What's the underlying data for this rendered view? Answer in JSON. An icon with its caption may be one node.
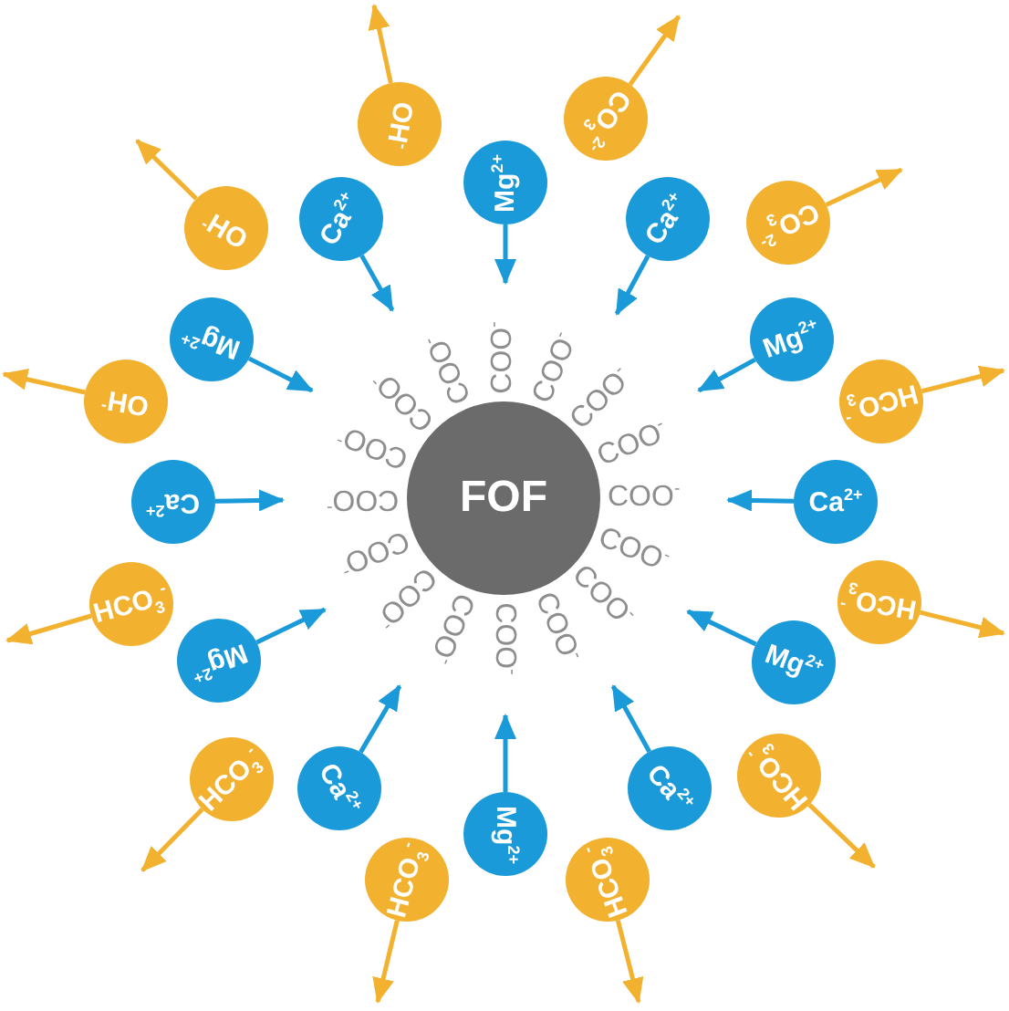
{
  "diagram": {
    "nodes": [
      {
        "text": [
          "FOF"
        ]
      },
      {
        "text": [
          "OH$^{-}$"
        ]
      },
      {
        "text": [
          "CO$_{3}$$^{2-}$"
        ]
      },
      {
        "text": [
          "Mg$^{2+}$"
        ]
      },
      {
        "text": [
          "OH$^{-}$"
        ]
      },
      {
        "text": [
          "Ca$^{2+}$"
        ]
      },
      {
        "text": [
          "Ca$^{2+}$"
        ]
      },
      {
        "text": [
          "CO$_{3}$$^{2-}$"
        ]
      },
      {
        "text": [
          "Mg$^{2+}$"
        ]
      },
      {
        "text": [
          "Mg$^{2+}$"
        ]
      },
      {
        "text": [
          "OH$^{-}$"
        ]
      },
      {
        "text": [
          "HCO$_{3}$$^{-}$"
        ]
      },
      {
        "text": [
          "Ca$^{2+}$"
        ]
      },
      {
        "text": [
          "Ca$^{2+}$"
        ]
      },
      {
        "text": [
          "HCO$_{3}$$^{-}$"
        ]
      },
      {
        "text": [
          "HCO$_{3}$$^{-}$"
        ]
      },
      {
        "text": [
          "Mg$^{2+}$"
        ]
      },
      {
        "text": [
          "Mg$^{2+}$"
        ]
      },
      {
        "text": [
          "HCO$_{3}$$^{-}$"
        ]
      },
      {
        "text": [
          "HCO$_{3}$$^{-}$"
        ]
      },
      {
        "text": [
          "Ca$^{2+}$"
        ]
      },
      {
        "text": [
          "Ca$^{2+}$"
        ]
      },
      {
        "text": [
          "Mg$^{2+}$"
        ]
      },
      {
        "text": [
          "HCO$_{3}$$^{-}$"
        ]
      },
      {
        "text": [
          "HCO$_{3}$$^{-}$"
        ]
      }
    ],
    "edges": [
      {
        "from": 1,
        "to": null,
        "arrow": "to",
        "color": "#f2b12e"
      },
      {
        "from": 2,
        "to": null,
        "arrow": "to",
        "color": "#f2b12e"
      },
      {
        "from": 3,
        "to": null,
        "arrow": "to",
        "color": "#1a9ad9"
      },
      {
        "from": 4,
        "to": null,
        "arrow": "to",
        "color": "#f2b12e"
      },
      {
        "from": 5,
        "to": null,
        "arrow": "to",
        "color": "#1a9ad9"
      },
      {
        "from": 6,
        "to": null,
        "arrow": "to",
        "color": "#1a9ad9"
      },
      {
        "from": 7,
        "to": null,
        "arrow": "to",
        "color": "#f2b12e"
      },
      {
        "from": 8,
        "to": null,
        "arrow": "to",
        "color": "#1a9ad9"
      },
      {
        "from": 9,
        "to": null,
        "arrow": "to",
        "color": "#1a9ad9"
      },
      {
        "from": 10,
        "to": null,
        "arrow": "to",
        "color": "#f2b12e"
      },
      {
        "from": 11,
        "to": null,
        "arrow": "to",
        "color": "#f2b12e"
      },
      {
        "from": 12,
        "to": null,
        "arrow": "to",
        "color": "#1a9ad9"
      },
      {
        "from": 13,
        "to": null,
        "arrow": "to",
        "color": "#1a9ad9"
      },
      {
        "from": 14,
        "to": null,
        "arrow": "to",
        "color": "#f2b12e"
      },
      {
        "from": 15,
        "to": null,
        "arrow": "to",
        "color": "#f2b12e"
      },
      {
        "from": 16,
        "to": null,
        "arrow": "to",
        "color": "#1a9ad9"
      },
      {
        "from": 17,
        "to": null,
        "arrow": "to",
        "color": "#1a9ad9"
      },
      {
        "from": 18,
        "to": null,
        "arrow": "to",
        "color": "#f2b12e"
      },
      {
        "from": 19,
        "to": null,
        "arrow": "to",
        "color": "#f2b12e"
      },
      {
        "from": 20,
        "to": null,
        "arrow": "to",
        "color": "#1a9ad9"
      },
      {
        "from": 21,
        "to": null,
        "arrow": "to",
        "color": "#1a9ad9"
      },
      {
        "from": 22,
        "to": null,
        "arrow": "to",
        "color": "#1a9ad9"
      },
      {
        "from": 23,
        "to": null,
        "arrow": "to",
        "color": "#f2b12e"
      },
      {
        "from": 24,
        "to": null,
        "arrow": "to",
        "color": "#f2b12e"
      }
    ],
    "labels": [
      "COO$^{-}$",
      "COO$^{-}$",
      "COO$^{-}$",
      "COO$^{-}$",
      "COO$^{-}$",
      "COO$^{-}$",
      "COO$^{-}$",
      "COO$^{-}$",
      "COO$^{-}$",
      "COO$^{-}$",
      "COO$^{-}$",
      "COO$^{-}$",
      "COO$^{-}$",
      "COO$^{-}$",
      "COO$^{-}$",
      "COO$^{-}$"
    ]
  }
}
